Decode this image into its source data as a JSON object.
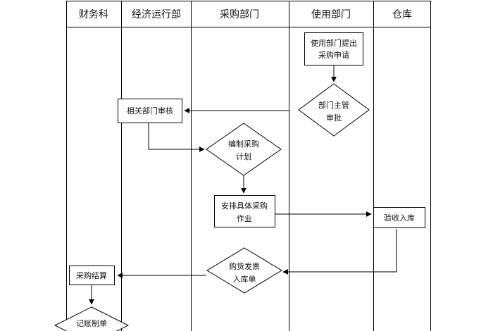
{
  "lanes": {
    "finance": "财务科",
    "economic_ops": "经济运行部",
    "procurement": "采购部门",
    "user_dept": "使用部门",
    "warehouse": "仓库"
  },
  "steps": {
    "request": [
      "使用部门提出",
      "采购申请"
    ],
    "head_approval": [
      "部门主管",
      "审批"
    ],
    "related_review": [
      "相关部门审核"
    ],
    "make_plan": [
      "编制采购",
      "计划"
    ],
    "arrange_work": [
      "安排具体采购",
      "作业"
    ],
    "acceptance": [
      "验收入库"
    ],
    "invoice": [
      "购货发票",
      "入库单"
    ],
    "settlement": [
      "采购结算"
    ],
    "bookkeeping": [
      "记账制单"
    ]
  }
}
